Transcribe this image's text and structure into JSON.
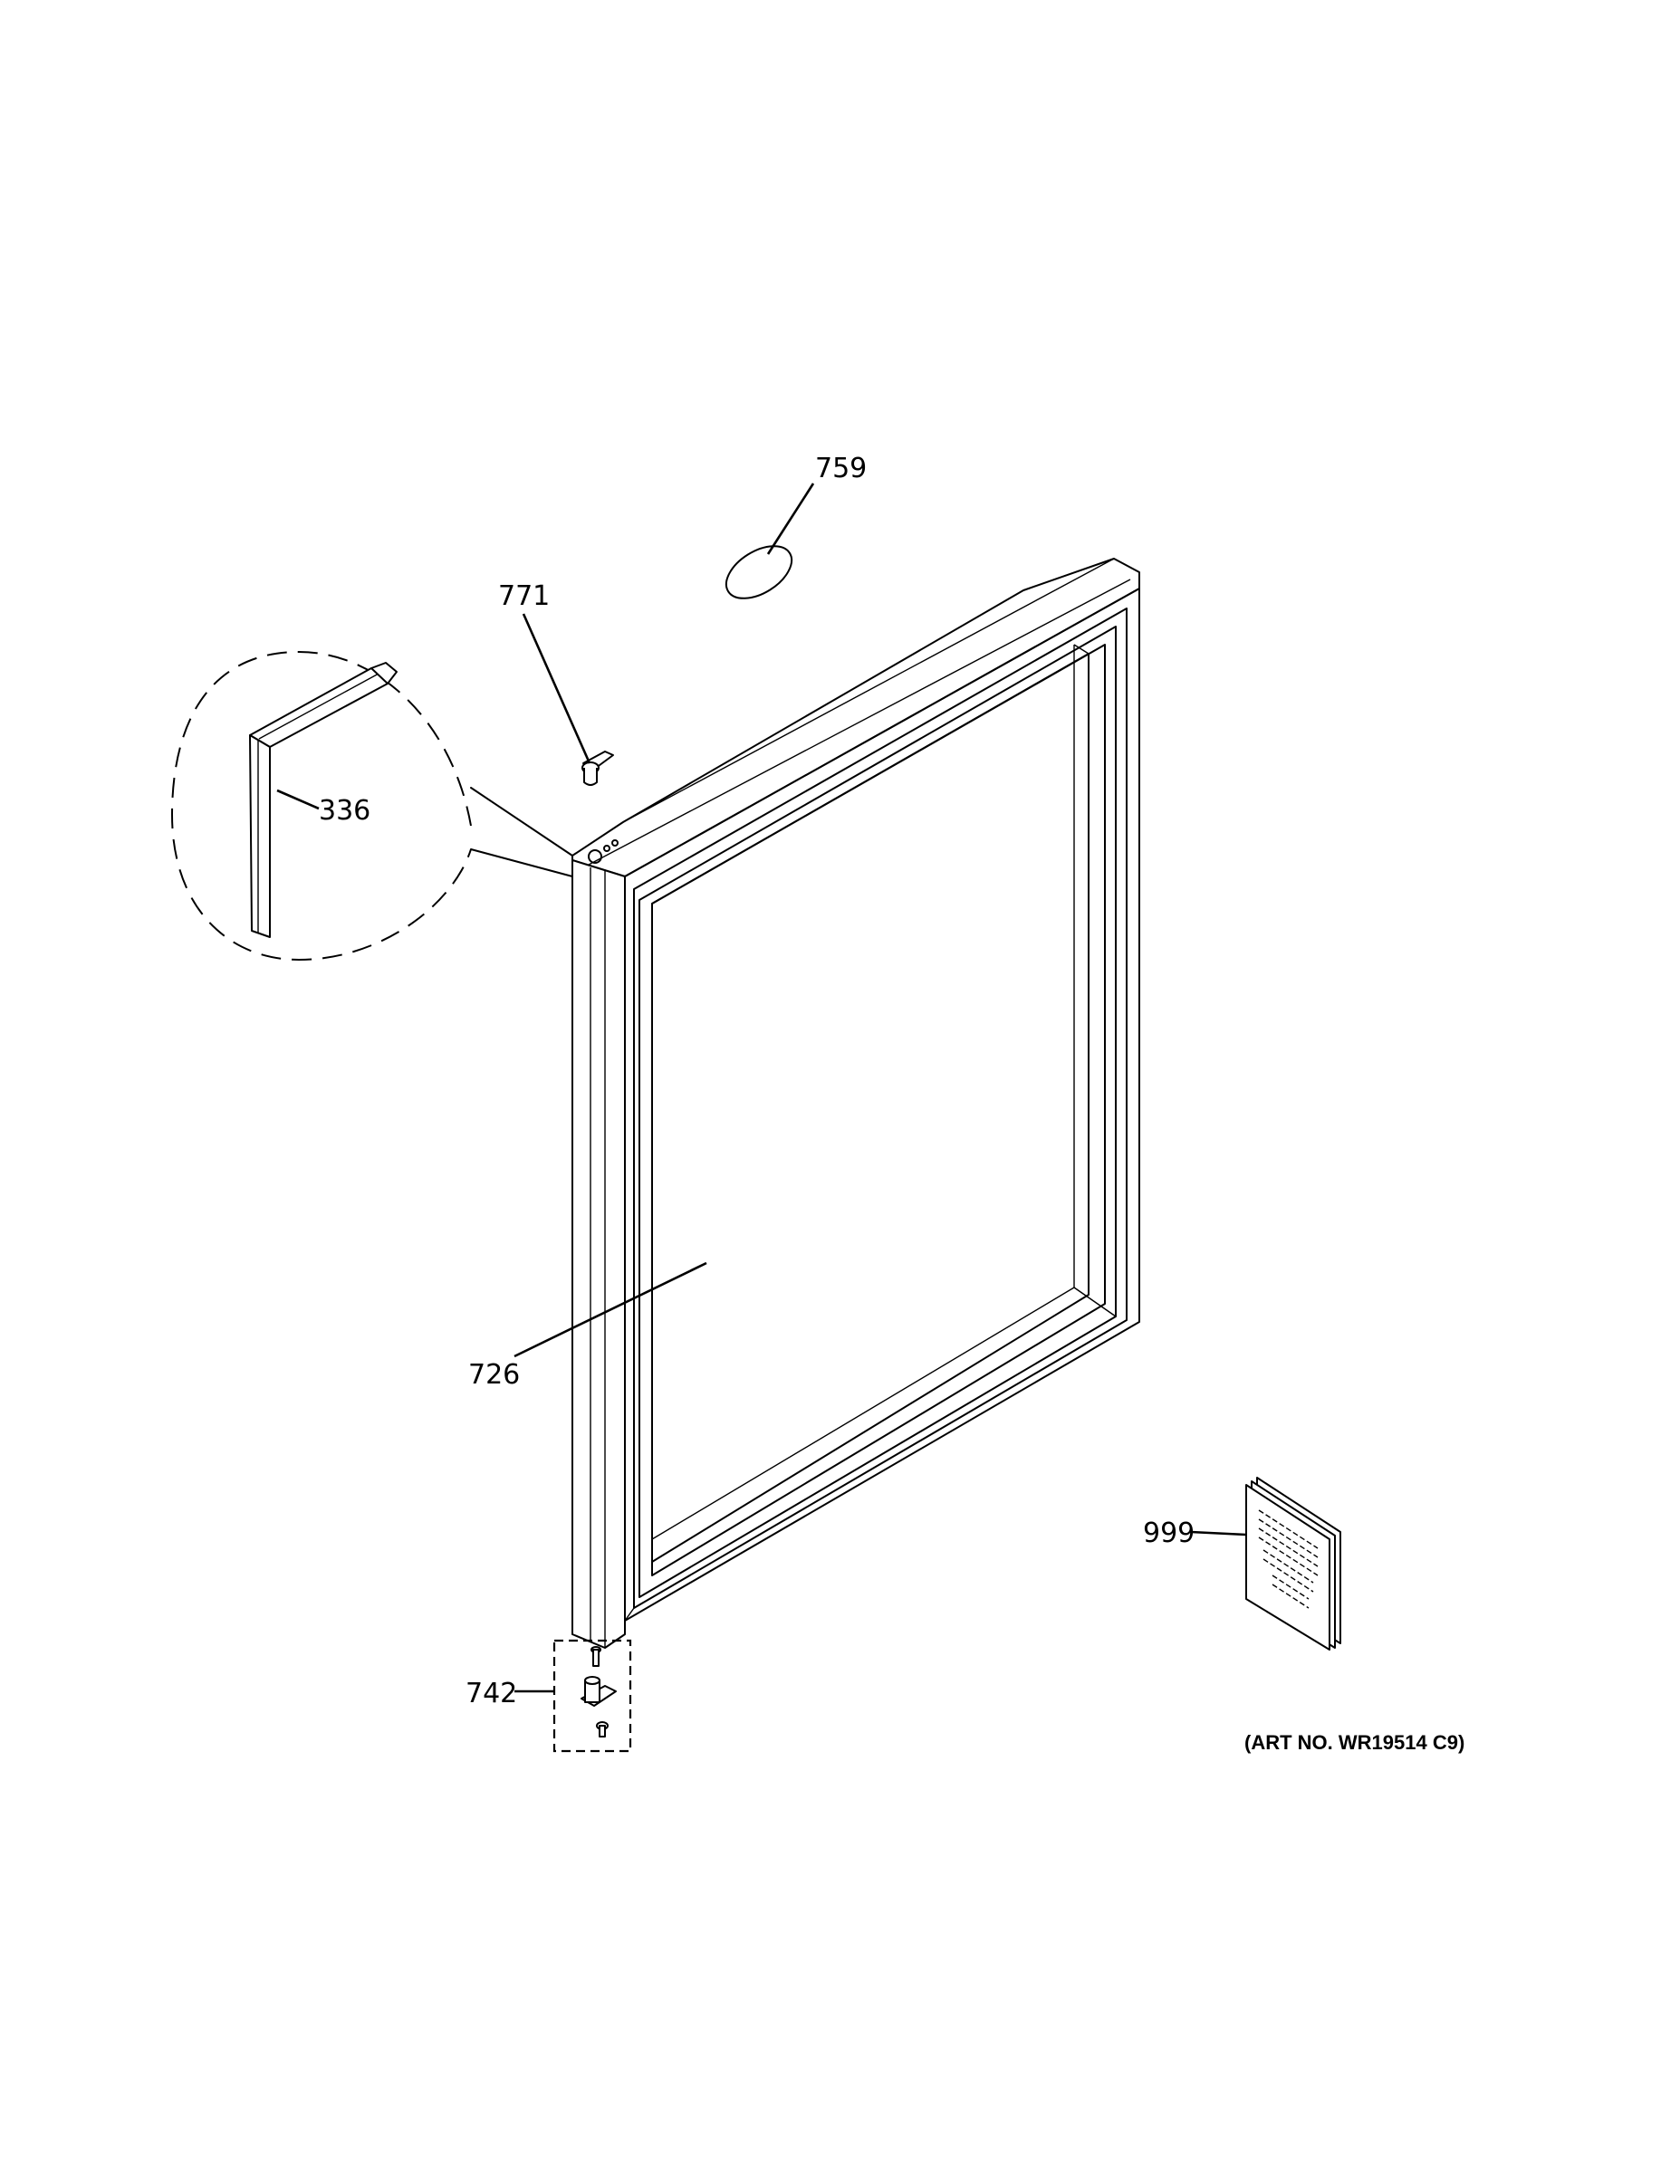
{
  "callouts": {
    "c759": "759",
    "c771": "771",
    "c336": "336",
    "c726": "726",
    "c999": "999",
    "c742": "742"
  },
  "art_number": "(ART NO. WR19514 C9)"
}
